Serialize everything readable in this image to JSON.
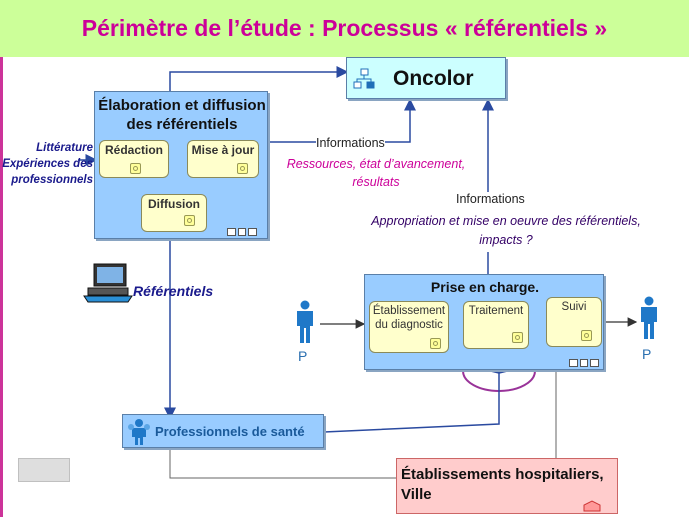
{
  "title": "Périmètre de l’étude : Processus « référentiels »",
  "oncolor": {
    "label": "Oncolor"
  },
  "elaboration": {
    "title_line1": "Élaboration et diffusion",
    "title_line2": "des référentiels",
    "redaction": "Rédaction",
    "mise_a_jour": "Mise à jour",
    "diffusion": "Diffusion"
  },
  "inputs": {
    "line1": "Littérature",
    "line2": "Expériences des",
    "line3": "professionnels"
  },
  "informations_top": {
    "label": "Informations",
    "details_line1": "Ressources, état d’avancement,",
    "details_line2": "résultats"
  },
  "informations_right": {
    "label": "Informations",
    "details_line1": "Appropriation et mise en oeuvre des référentiels,",
    "details_line2": "impacts ?"
  },
  "referentiels_label": "Référentiels",
  "prise_en_charge": {
    "title": "Prise en charge.",
    "etablissement_line1": "Établissement",
    "etablissement_line2": "du diagnostic",
    "traitement": "Traitement",
    "suivi": "Suivi"
  },
  "patient_left": "P",
  "patient_right": "P",
  "professionnels": {
    "label": "Professionnels de santé"
  },
  "etablissements": {
    "line1": "Établissements hospitaliers,",
    "line2": "Ville"
  },
  "colors": {
    "title_bg": "#ccff99",
    "title_text": "#cc0099",
    "box_blue": "#99ccff",
    "oncolor_bg": "#ccffff",
    "inner_yellow": "#ffffcc",
    "etab_bg": "#ffcccc",
    "ellipse": "#993399",
    "arrow": "#2a4aa0"
  },
  "icons": [
    "org-chart-icon",
    "computer-icon",
    "person-icon",
    "people-icon",
    "cog-icon"
  ]
}
